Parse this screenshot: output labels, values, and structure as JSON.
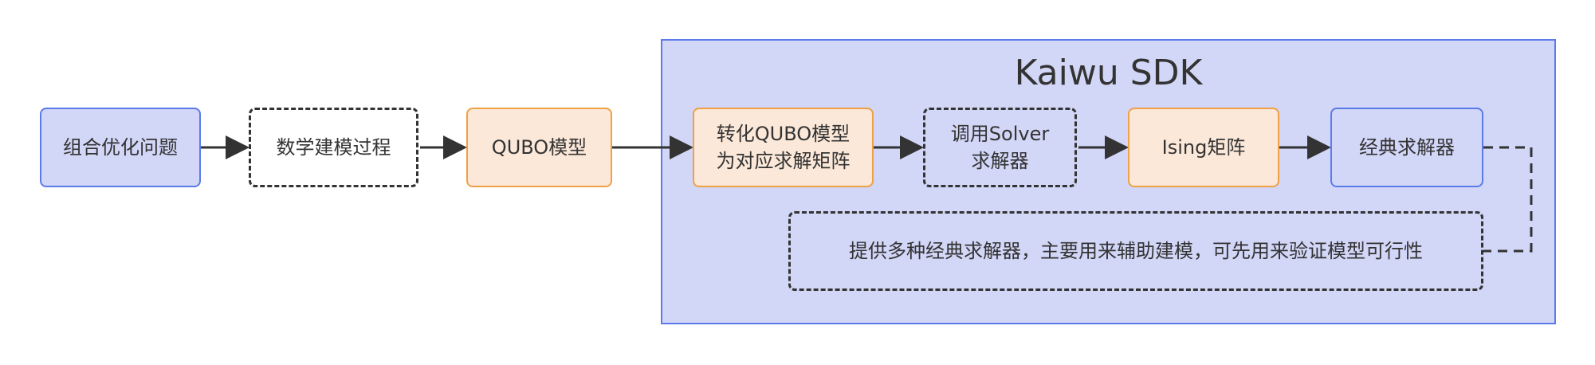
{
  "nodes": {
    "problem": "组合优化问题",
    "modeling": "数学建模过程",
    "qubo": "QUBO模型",
    "convert_line1": "转化QUBO模型",
    "convert_line2": "为对应求解矩阵",
    "solver_line1": "调用Solver",
    "solver_line2": "求解器",
    "ising": "Ising矩阵",
    "classic": "经典求解器",
    "note": "提供多种经典求解器，主要用来辅助建模，可先用来验证模型可行性"
  },
  "container": {
    "title": "Kaiwu SDK"
  },
  "colors": {
    "blue_fill": "#d2d6f7",
    "blue_border": "#5b7be8",
    "orange_fill": "#fbe8d9",
    "orange_border": "#f0a045",
    "edge": "#333333"
  }
}
